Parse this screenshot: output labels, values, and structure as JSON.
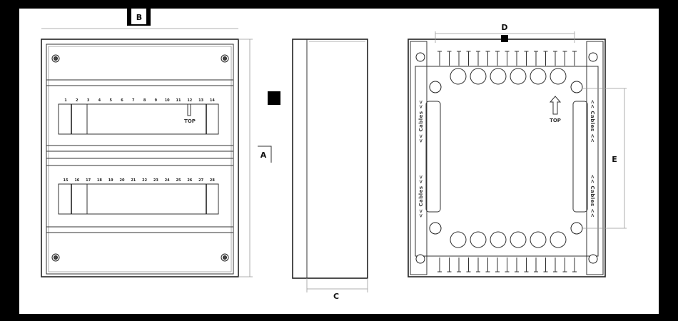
{
  "dimensions": {
    "a": "A",
    "b": "B",
    "c": "C",
    "d": "D",
    "e": "E"
  },
  "front": {
    "top_row_numbers": [
      "1",
      "2",
      "3",
      "4",
      "5",
      "6",
      "7",
      "8",
      "9",
      "10",
      "11",
      "12",
      "13",
      "14"
    ],
    "bottom_row_numbers": [
      "15",
      "16",
      "17",
      "18",
      "19",
      "20",
      "21",
      "22",
      "23",
      "24",
      "25",
      "26",
      "27",
      "28"
    ],
    "top_marker": "TOP"
  },
  "back": {
    "top_marker": "TOP",
    "cables_left": "<< Cables <<",
    "cables_right": "<< Cables <<"
  },
  "colors": {
    "background": "#000000",
    "paper": "#ffffff",
    "line": "#333333"
  }
}
